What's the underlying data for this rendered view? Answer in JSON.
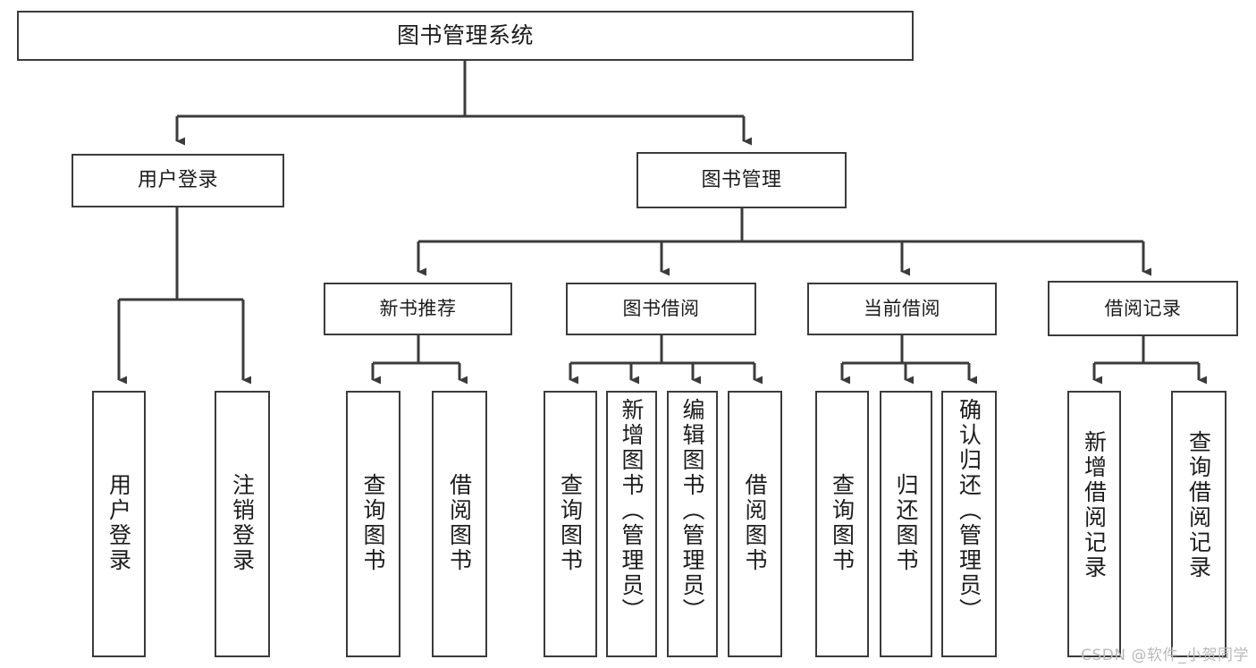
{
  "diagram": {
    "title": "图书管理系统",
    "type": "tree-hierarchy-chart",
    "watermark": "CSDN @软件_小贺同学",
    "colors": {
      "background": "#ffffff",
      "box_border": "#3b3b3b",
      "box_fill": "#ffffff",
      "edge": "#3b3b3b",
      "text": "#1c1c1c",
      "watermark": "#b9b9b9"
    },
    "root": {
      "label": "图书管理系统"
    },
    "level1": [
      {
        "label": "用户登录"
      },
      {
        "label": "图书管理"
      }
    ],
    "level2": [
      {
        "label": "新书推荐"
      },
      {
        "label": "图书借阅"
      },
      {
        "label": "当前借阅"
      },
      {
        "label": "借阅记录"
      }
    ],
    "leaves": {
      "user_login": [
        {
          "label": "用户登录"
        },
        {
          "label": "注销登录"
        }
      ],
      "new_book_recommend": [
        {
          "label": "查询图书"
        },
        {
          "label": "借阅图书"
        }
      ],
      "book_borrow": [
        {
          "label": "查询图书"
        },
        {
          "label": "新增图书（管理员）"
        },
        {
          "label": "编辑图书（管理员）"
        },
        {
          "label": "借阅图书"
        }
      ],
      "current_borrow": [
        {
          "label": "查询图书"
        },
        {
          "label": "归还图书"
        },
        {
          "label": "确认归还（管理员）"
        }
      ],
      "borrow_record": [
        {
          "label": "新增借阅记录"
        },
        {
          "label": "查询借阅记录"
        }
      ]
    }
  }
}
